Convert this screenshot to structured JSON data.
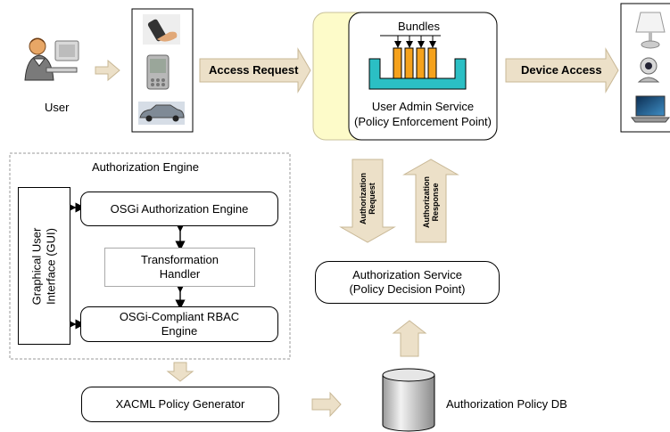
{
  "user": {
    "label": "User"
  },
  "access_request": {
    "label": "Access Request"
  },
  "device_access": {
    "label": "Device Access"
  },
  "pep": {
    "title": "User Admin Service",
    "subtitle": "(Policy Enforcement Point)",
    "bundles_label": "Bundles"
  },
  "authz_request": {
    "line1": "Authorization",
    "line2": "Request"
  },
  "authz_response": {
    "line1": "Authorization",
    "line2": "Response"
  },
  "pdp": {
    "line1": "Authorization Service",
    "line2": "(Policy Decision Point)"
  },
  "engine": {
    "title": "Authorization Engine",
    "gui_line1": "Graphical User",
    "gui_line2": "Interface (GUI)",
    "osgi_authz": "OSGi Authorization Engine",
    "transform_line1": "Transformation",
    "transform_line2": "Handler",
    "rbac_line1": "OSGi-Compliant RBAC",
    "rbac_line2": "Engine"
  },
  "xacml": {
    "label": "XACML Policy Generator"
  },
  "policy_db": {
    "label": "Authorization Policy DB"
  },
  "icons": {
    "user": "user-at-computer-icon",
    "phone": "mobile-phone-icon",
    "pda": "pda-icon",
    "car": "car-icon",
    "lamp": "lamp-icon",
    "webcam": "webcam-icon",
    "laptop": "laptop-icon",
    "database": "database-cylinder-icon"
  },
  "colors": {
    "arrow_fill": "#ece0c8",
    "arrow_stroke": "#c9b896",
    "pep_fill": "#fdfbc9",
    "bundle_fill": "#f5a21c",
    "tray_fill": "#2bbfc4"
  }
}
